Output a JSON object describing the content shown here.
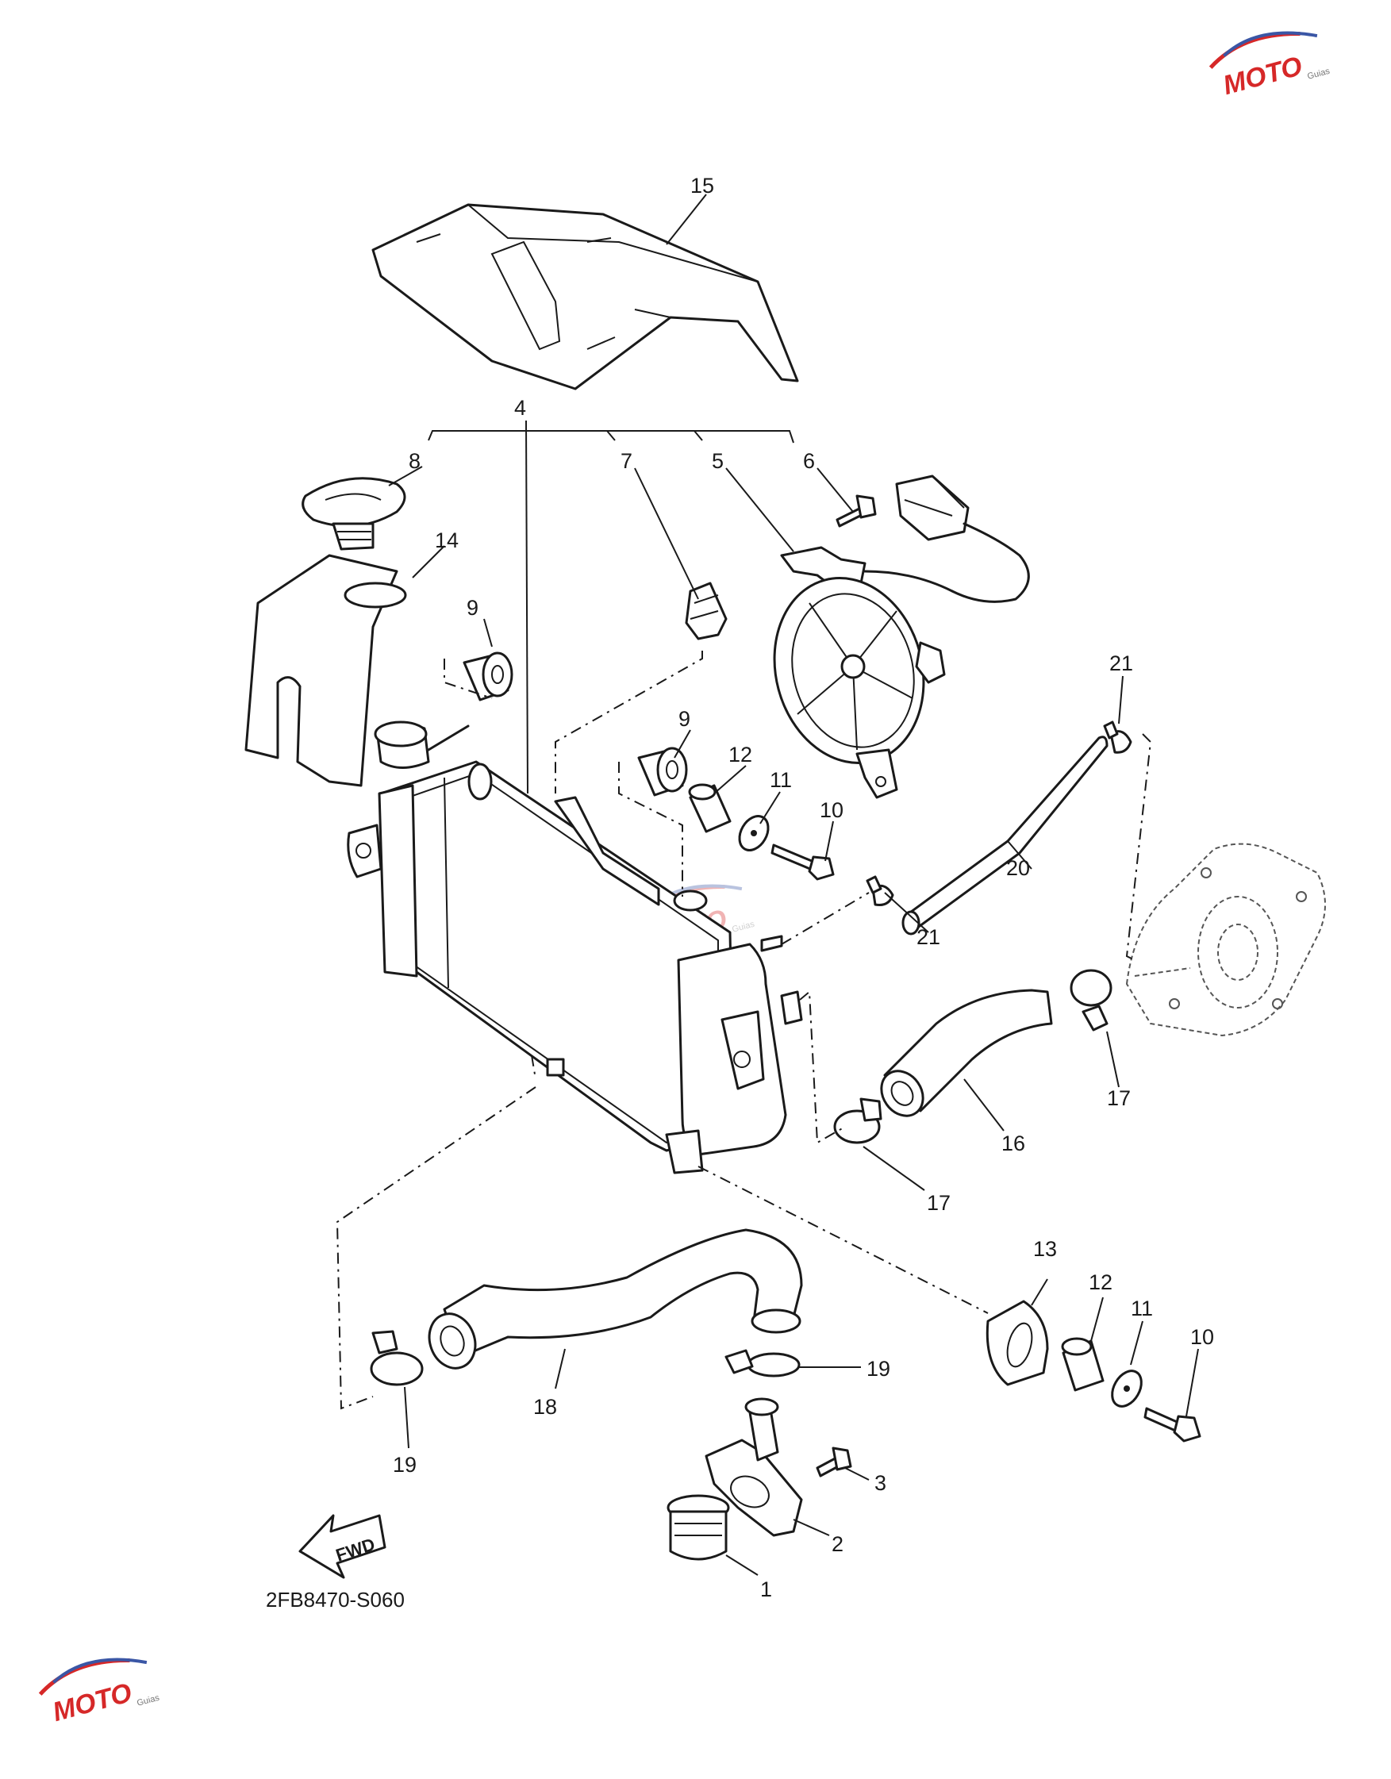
{
  "diagram_code": "2FB8470-S060",
  "fwd_label": "FWD",
  "watermark": {
    "brand": "MOTO",
    "tagline": "Guias",
    "accent": "#d62828",
    "secondary": "#3a56a5"
  },
  "callouts": {
    "c1": "1",
    "c2": "2",
    "c3": "3",
    "c4": "4",
    "c5": "5",
    "c6": "6",
    "c7": "7",
    "c8": "8",
    "c9a": "9",
    "c9b": "9",
    "c10a": "10",
    "c10b": "10",
    "c11a": "11",
    "c11b": "11",
    "c12a": "12",
    "c12b": "12",
    "c13": "13",
    "c14": "14",
    "c15": "15",
    "c16": "16",
    "c17a": "17",
    "c17b": "17",
    "c18": "18",
    "c19a": "19",
    "c19b": "19",
    "c20": "20",
    "c21a": "21",
    "c21b": "21"
  }
}
